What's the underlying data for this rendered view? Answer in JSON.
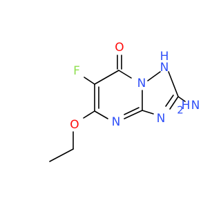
{
  "molecule": {
    "atoms": {
      "oxygen_carbonyl": {
        "text": "O",
        "color": "#ff0d0d"
      },
      "fluorine": {
        "text": "F",
        "color": "#90e050"
      },
      "oxygen_ether": {
        "text": "O",
        "color": "#ff0d0d"
      },
      "n_bridge": {
        "text": "N",
        "color": "#3050f8"
      },
      "nh_ring": {
        "text": "N",
        "h": "H",
        "color": "#3050f8"
      },
      "n_pyrimidine": {
        "text": "N",
        "color": "#3050f8"
      },
      "n_triazole": {
        "text": "N",
        "color": "#3050f8"
      },
      "amine": {
        "text": "N",
        "h": "H",
        "h2": "2",
        "color": "#3050f8"
      }
    },
    "bond_color": "#000000"
  }
}
